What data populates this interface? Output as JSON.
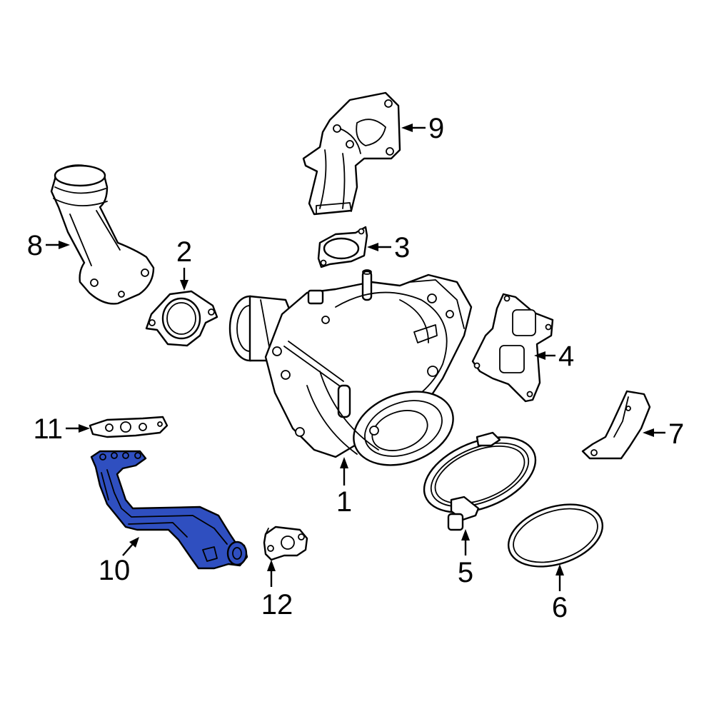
{
  "diagram": {
    "highlight_color": "#2f4fc0",
    "callouts": {
      "c1": "1",
      "c2": "2",
      "c3": "3",
      "c4": "4",
      "c5": "5",
      "c6": "6",
      "c7": "7",
      "c8": "8",
      "c9": "9",
      "c10": "10",
      "c11": "11",
      "c12": "12"
    },
    "highlighted_part": "10"
  }
}
